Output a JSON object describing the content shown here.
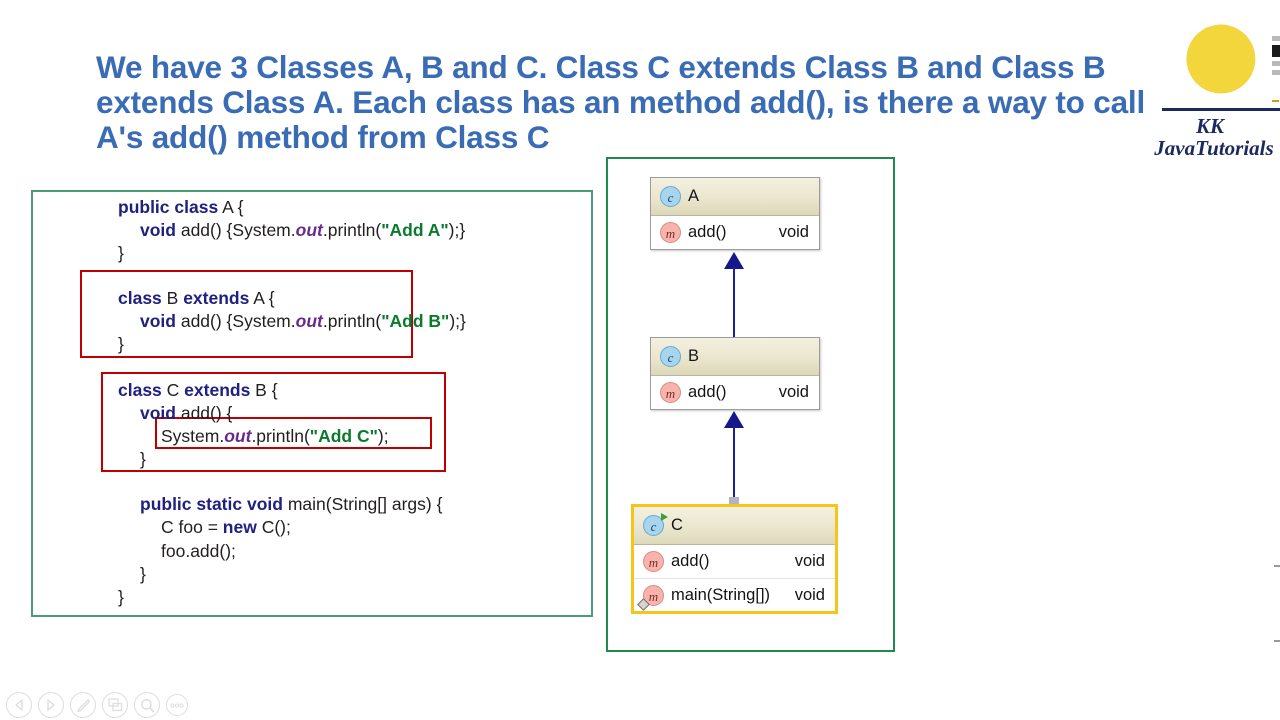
{
  "slide": {
    "title": "We have 3 Classes A, B and C. Class C extends Class B and Class B extends Class A. Each class has an method add(), is there a way to call A's add() method from Class C",
    "title_color": "#3a6cb5"
  },
  "logo": {
    "line1": "KK",
    "line2": "JavaTutorials",
    "mark_dark": "#1b2a5e",
    "mark_yellow": "#f2d63c"
  },
  "code_panel": {
    "border_color": "#4a9b76",
    "lines": {
      "a1_kw": "public class",
      "a1_rest": " A {",
      "a2_kw": "void",
      "a2_mid": " add() {System.",
      "a2_field": "out",
      "a2_mid2": ".println(",
      "a2_str": "\"Add A\"",
      "a2_end": ");}",
      "a3": "}",
      "b1_kw1": "class",
      "b1_mid": " B ",
      "b1_kw2": "extends",
      "b1_rest": " A {",
      "b2_kw": "void",
      "b2_mid": " add() {System.",
      "b2_field": "out",
      "b2_mid2": ".println(",
      "b2_str": "\"Add B\"",
      "b2_end": ");}",
      "b3": "}",
      "c1_kw1": "class",
      "c1_mid": " C ",
      "c1_kw2": "extends",
      "c1_rest": " B {",
      "c2_kw": "void",
      "c2_rest": " add() {",
      "c3_pre": "System.",
      "c3_field": "out",
      "c3_mid": ".println(",
      "c3_str": "\"Add C\"",
      "c3_end": ");",
      "c4": "}",
      "m1_kw": "public static void",
      "m1_rest": " main(String[] args) {",
      "m2_pre": "C foo = ",
      "m2_kw": "new",
      "m2_rest": " C();",
      "m3": "foo.add();",
      "m4": "}",
      "m5": "}"
    },
    "highlight_color": "#c00000"
  },
  "uml_panel": {
    "border_color": "#1e8b4e",
    "selection_color": "#f5c518",
    "arrow_color": "#17178c",
    "classes": [
      {
        "name": "A",
        "icon": "class-icon",
        "selected": false,
        "members": [
          {
            "name": "add()",
            "type": "void",
            "icon": "method-icon",
            "static": false
          }
        ]
      },
      {
        "name": "B",
        "icon": "class-icon",
        "selected": false,
        "members": [
          {
            "name": "add()",
            "type": "void",
            "icon": "method-icon",
            "static": false
          }
        ]
      },
      {
        "name": "C",
        "icon": "class-icon-runnable",
        "selected": true,
        "members": [
          {
            "name": "add()",
            "type": "void",
            "icon": "method-icon",
            "static": false
          },
          {
            "name": "main(String[])",
            "type": "void",
            "icon": "method-icon-static",
            "static": true
          }
        ]
      }
    ],
    "icon_letters": {
      "class": "C",
      "method": "m"
    }
  },
  "toolbar": {
    "buttons": [
      {
        "name": "previous",
        "glyph": "prev-icon"
      },
      {
        "name": "next",
        "glyph": "next-icon"
      },
      {
        "name": "pen",
        "glyph": "pen-icon"
      },
      {
        "name": "slides",
        "glyph": "slides-icon"
      },
      {
        "name": "search",
        "glyph": "search-icon"
      },
      {
        "name": "more",
        "glyph": "more-icon"
      }
    ]
  }
}
